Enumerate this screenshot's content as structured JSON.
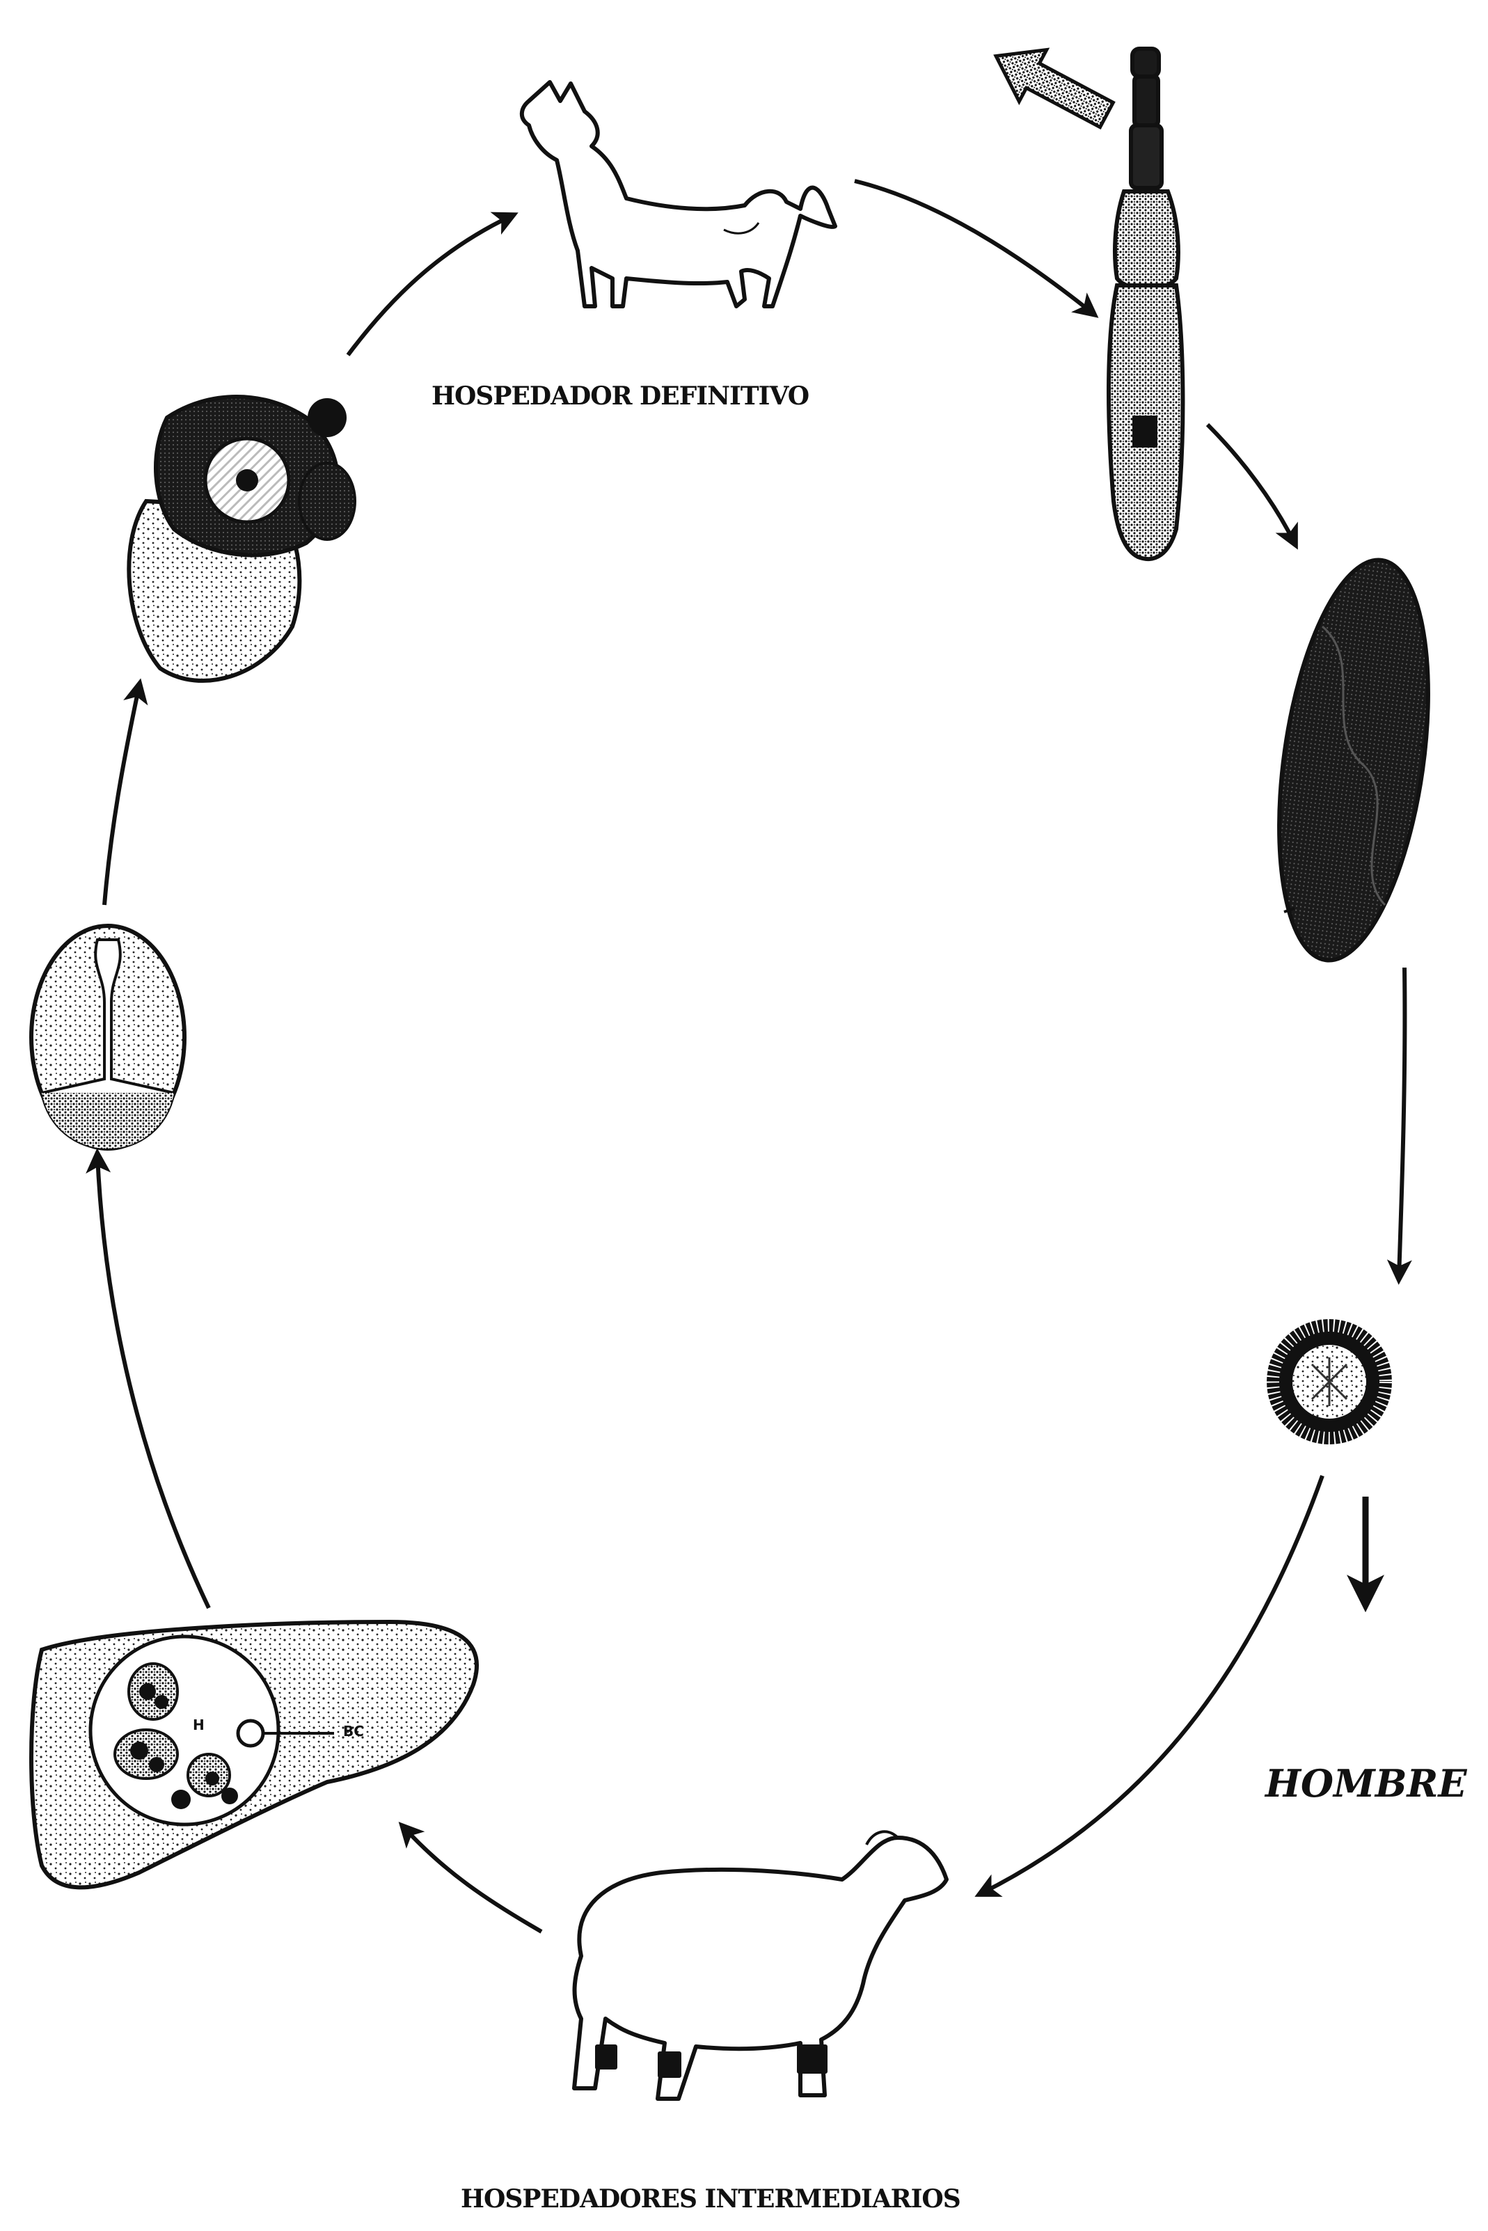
{
  "labels": {
    "definitive_host": "HOSPEDADOR DEFINITIVO",
    "intermediate_hosts": "HOSPEDADORES INTERMEDIARIOS",
    "human": "HOMBRE",
    "species_note": "",
    "cyst_h": "H",
    "cyst_bc": "BC"
  },
  "colors": {
    "ink": "#111111",
    "paper": "#ffffff",
    "stipple": "#333333"
  },
  "icons": [
    "dog-icon",
    "sheep-icon",
    "adult-worm-icon",
    "gravid-proglottid-icon",
    "egg-icon",
    "liver-cyst-icon",
    "protoscolex-icon",
    "evaginated-scolex-icon",
    "arrow-icon"
  ]
}
